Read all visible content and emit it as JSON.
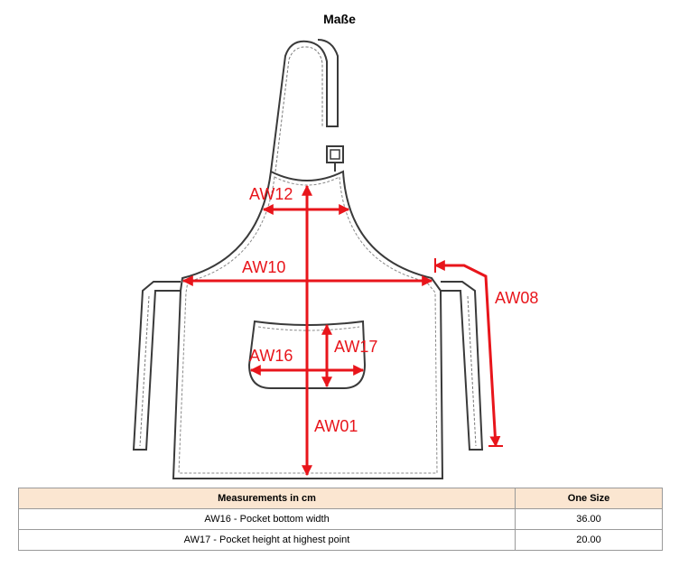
{
  "title": "Maße",
  "labels": {
    "aw12": "AW12",
    "aw10": "AW10",
    "aw08": "AW08",
    "aw16": "AW16",
    "aw17": "AW17",
    "aw01": "AW01"
  },
  "colors": {
    "measure": "#e8151b",
    "outline": "#3a3a3a",
    "header_bg": "#fbe6d1"
  },
  "table": {
    "headers": [
      "Measurements in cm",
      "One Size"
    ],
    "rows": [
      {
        "name": "AW16 - Pocket bottom width",
        "value": "36.00"
      },
      {
        "name": "AW17 - Pocket height at highest point",
        "value": "20.00"
      }
    ]
  }
}
